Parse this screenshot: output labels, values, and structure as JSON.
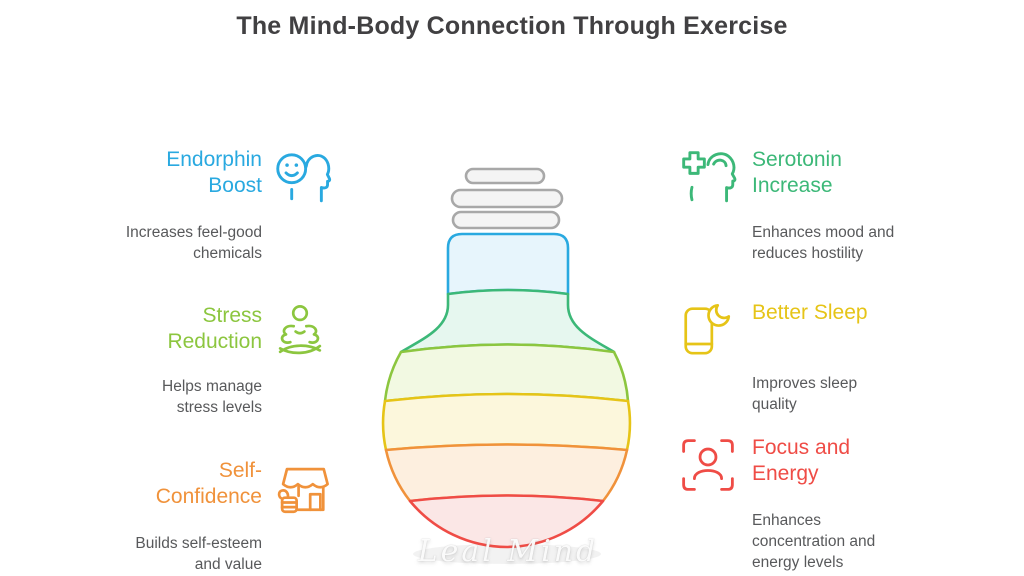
{
  "title": "The Mind-Body Connection Through Exercise",
  "watermark": "Leal Mind",
  "colors": {
    "title": "#414042",
    "description": "#58595B",
    "background": "#FFFFFF"
  },
  "left_items": [
    {
      "heading": "Endorphin\nBoost",
      "description": "Increases feel-good\nchemicals",
      "color": "#29A9E0",
      "icon": "head-with-smiley-face"
    },
    {
      "heading": "Stress\nReduction",
      "description": "Helps manage\nstress levels",
      "color": "#8CC63F",
      "icon": "meditating-person"
    },
    {
      "heading": "Self-\nConfidence",
      "description": "Builds self-esteem\nand value",
      "color": "#F0923B",
      "icon": "storefront-with-thumbs-up"
    }
  ],
  "right_items": [
    {
      "heading": "Serotonin\nIncrease",
      "description": "Enhances mood and\nreduces hostility",
      "color": "#3CB878",
      "icon": "head-with-plus"
    },
    {
      "heading": "Better Sleep",
      "description": "Improves sleep\nquality",
      "color": "#E6C417",
      "icon": "phone-with-moon"
    },
    {
      "heading": "Focus and\nEnergy",
      "description": "Enhances\nconcentration and\nenergy levels",
      "color": "#EF4C46",
      "icon": "person-in-focus-frame"
    }
  ],
  "bulb": {
    "base": {
      "stroke": "#A8A8A8",
      "fill": "#F4F4F4"
    },
    "bands": [
      {
        "name": "blue",
        "stroke": "#29A9E0",
        "fill": "#E7F5FC"
      },
      {
        "name": "green",
        "stroke": "#3CB878",
        "fill": "#E6F7EF"
      },
      {
        "name": "yellow-green",
        "stroke": "#8CC63F",
        "fill": "#F2F9E2"
      },
      {
        "name": "yellow",
        "stroke": "#E6C417",
        "fill": "#FCF7DC"
      },
      {
        "name": "orange",
        "stroke": "#F0923B",
        "fill": "#FDEFDF"
      },
      {
        "name": "red",
        "stroke": "#EF4C46",
        "fill": "#FBE7E6"
      }
    ]
  }
}
